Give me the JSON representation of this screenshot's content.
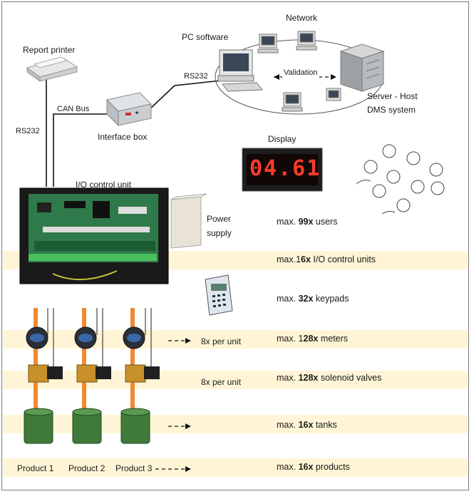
{
  "labels": {
    "report_printer": "Report printer",
    "pc_software": "PC software",
    "network": "Network",
    "rs232_top": "RS232",
    "validation": "Validation",
    "server_line1": "Server - Host",
    "server_line2": "DMS system",
    "can_bus": "CAN Bus",
    "rs232_left": "RS232",
    "interface_box": "Interface box",
    "display": "Display",
    "display_value": "04.61",
    "io_control_unit": "I/O control unit",
    "power_line1": "Power",
    "power_line2": "supply",
    "per_unit_meters": "8x per unit",
    "per_unit_valves": "8x per unit"
  },
  "products": [
    "Product 1",
    "Product 2",
    "Product 3"
  ],
  "capacities": [
    {
      "pre": "max. ",
      "num": "99x",
      "post": " users"
    },
    {
      "pre": "max.1",
      "num": "6x",
      "post": " I/O control units"
    },
    {
      "pre": "max. ",
      "num": "32x",
      "post": " keypads"
    },
    {
      "pre": "max. 1",
      "num": "28x",
      "post": " meters"
    },
    {
      "pre": "max. ",
      "num": "128x",
      "post": " solenoid valves"
    },
    {
      "pre": "max. ",
      "num": "16x",
      "post": " tanks"
    },
    {
      "pre": "max. ",
      "num": "16x",
      "post": " products"
    }
  ],
  "colors": {
    "band": "#fff5d6",
    "pipe": "#f08a30",
    "tank": "#3f7a3a",
    "display_digits": "#ff3b2a",
    "line": "#111111"
  }
}
